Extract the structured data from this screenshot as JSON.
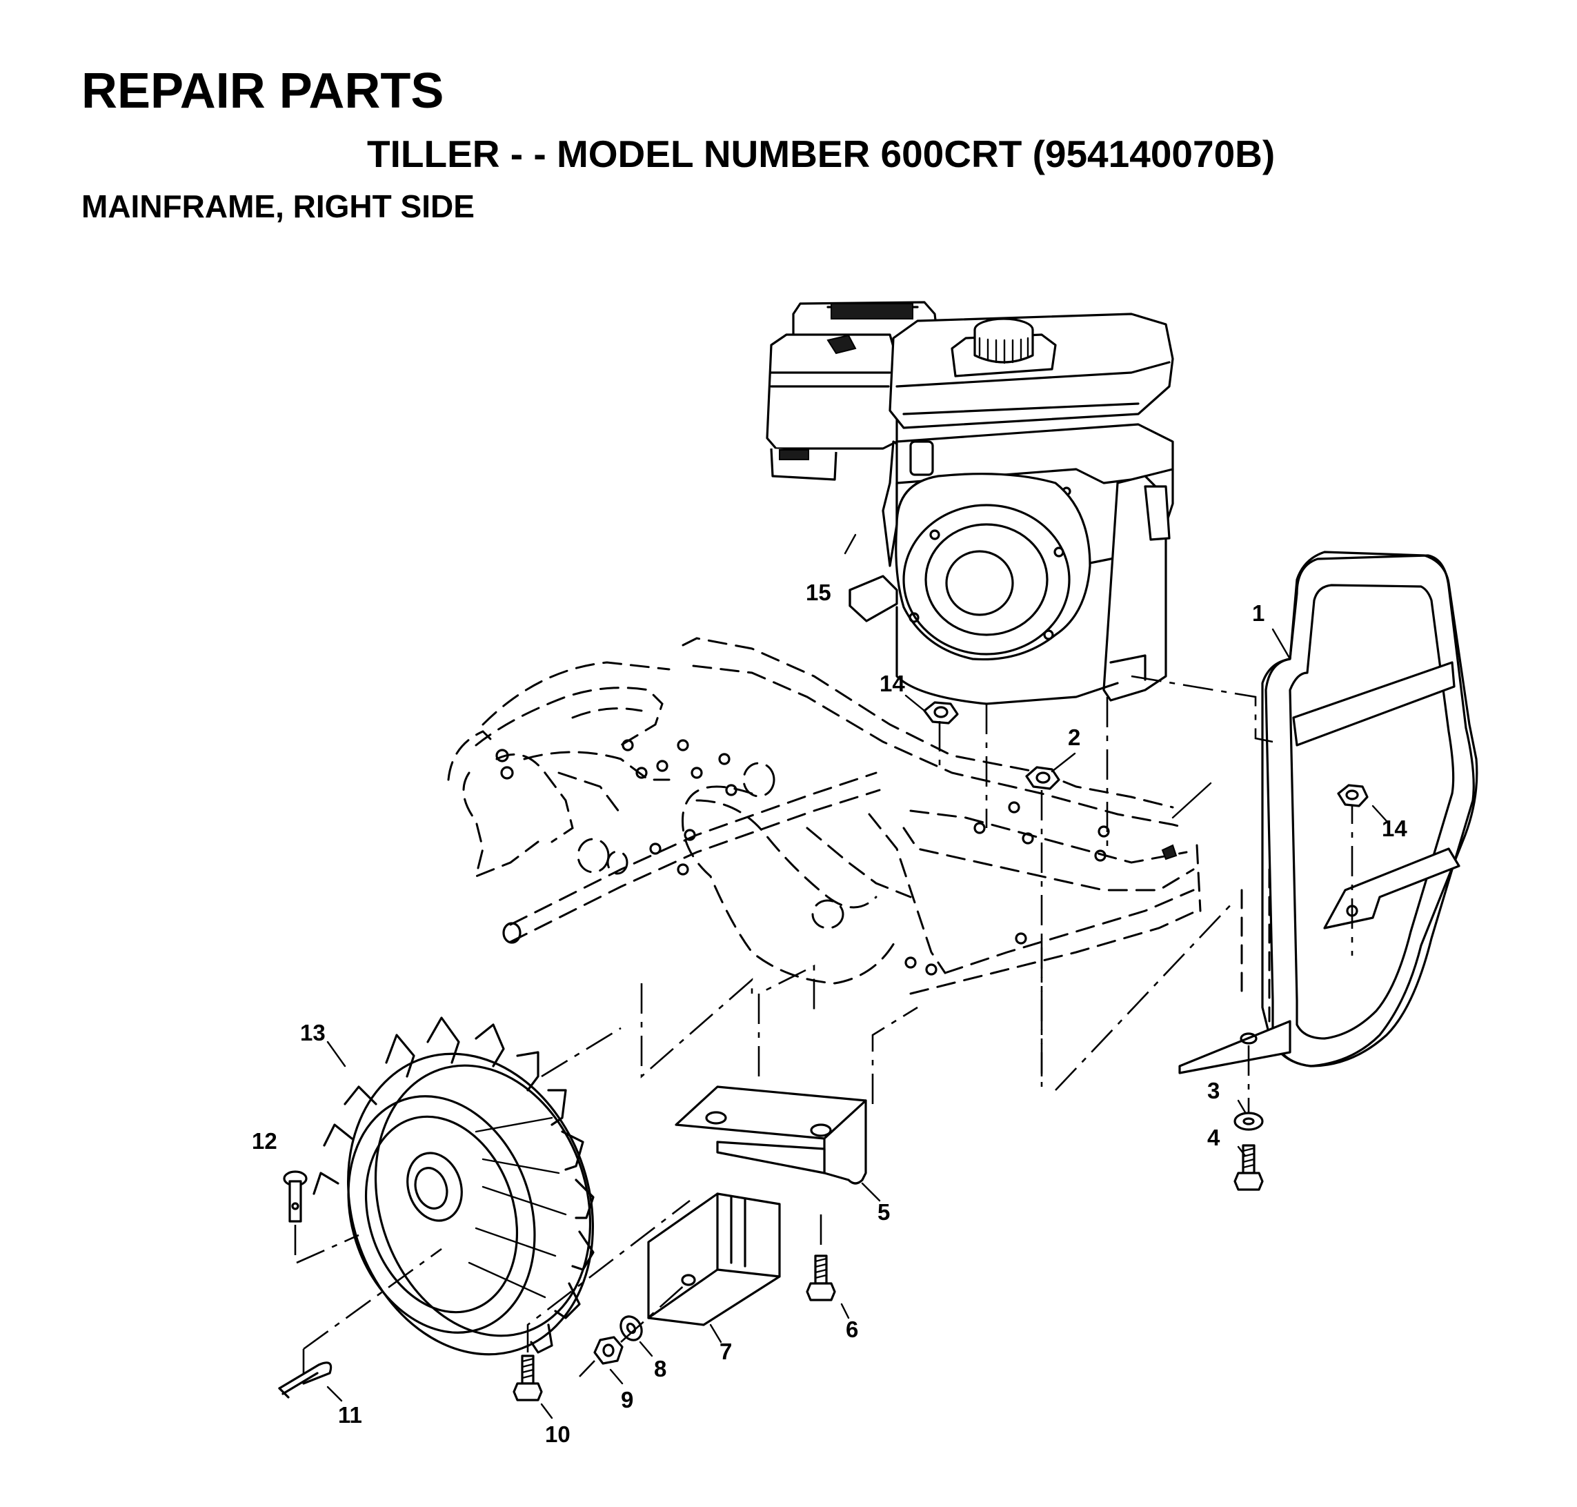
{
  "header": {
    "title": "REPAIR PARTS",
    "subtitle": "TILLER - - MODEL NUMBER 600CRT (954140070B)",
    "section": "MAINFRAME, RIGHT SIDE"
  },
  "callouts": {
    "c1": "1",
    "c2": "2",
    "c3": "3",
    "c4": "4",
    "c5": "5",
    "c6": "6",
    "c7": "7",
    "c8": "8",
    "c9": "9",
    "c10": "10",
    "c11": "11",
    "c12": "12",
    "c13": "13",
    "c14a": "14",
    "c14b": "14",
    "c15": "15"
  }
}
